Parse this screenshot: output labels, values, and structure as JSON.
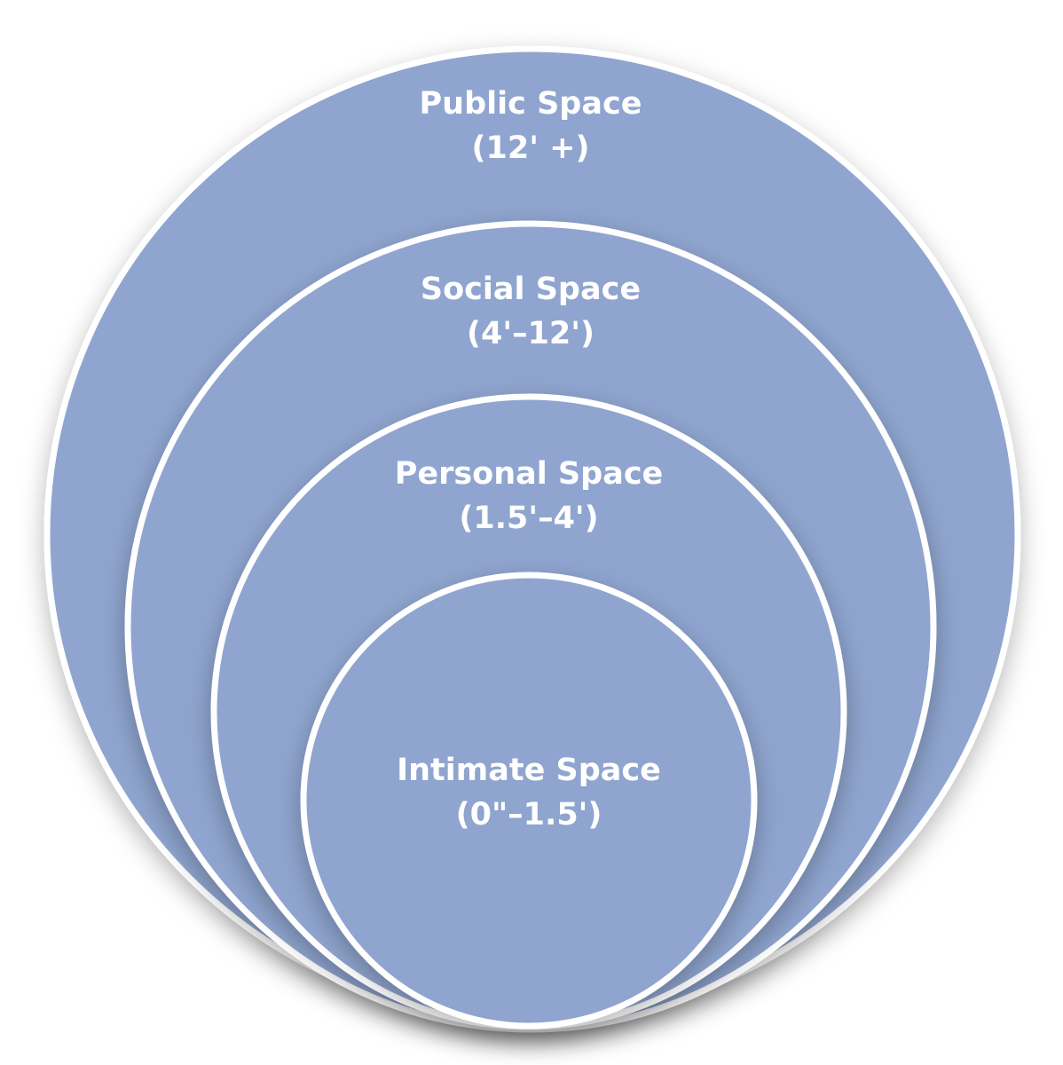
{
  "colors": {
    "zone_fill": "#8fa5cf",
    "outline": "#ffffff",
    "background": "#ffffff"
  },
  "zones": [
    {
      "id": "public",
      "title": "Public Space",
      "range": "(12' +)"
    },
    {
      "id": "social",
      "title": "Social Space",
      "range": "(4'–12')"
    },
    {
      "id": "personal",
      "title": "Personal Space",
      "range": "(1.5'–4')"
    },
    {
      "id": "intimate",
      "title": "Intimate Space",
      "range": "(0\"–1.5')"
    }
  ]
}
